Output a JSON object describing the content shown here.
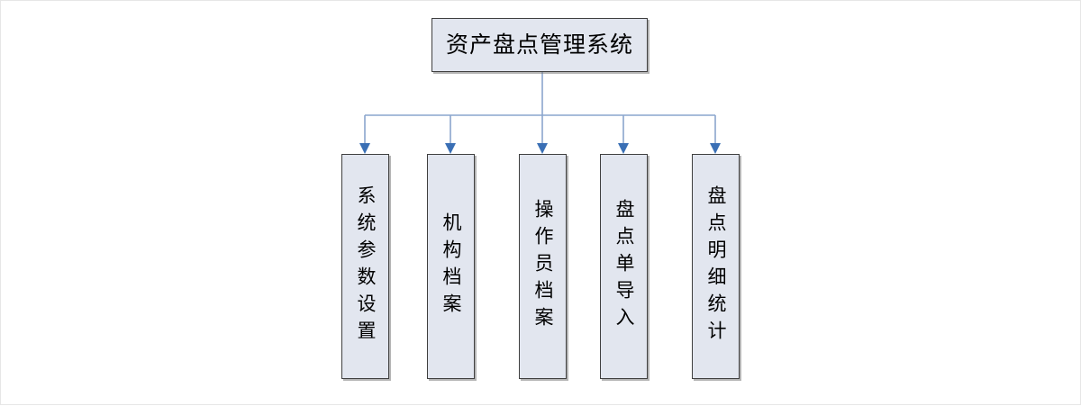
{
  "diagram": {
    "type": "tree",
    "orientation": "top-down",
    "root": {
      "id": "root",
      "label": "资产盘点管理系统"
    },
    "children": [
      {
        "id": "node-1",
        "label": "系统参数设置"
      },
      {
        "id": "node-2",
        "label": "机构档案"
      },
      {
        "id": "node-3",
        "label": "操作员档案"
      },
      {
        "id": "node-4",
        "label": "盘点单导入"
      },
      {
        "id": "node-5",
        "label": "盘点明细统计"
      }
    ],
    "colors": {
      "node_fill": "#e2e6ef",
      "node_border": "#3f3f3f",
      "connector": "#7f9fc9",
      "arrow": "#3a6fb5",
      "background": "#ffffff",
      "canvas_border": "#e6e6e6"
    },
    "connectors": {
      "style": "orthogonal-elbow",
      "arrowhead": "filled-triangle",
      "count": 5
    }
  }
}
